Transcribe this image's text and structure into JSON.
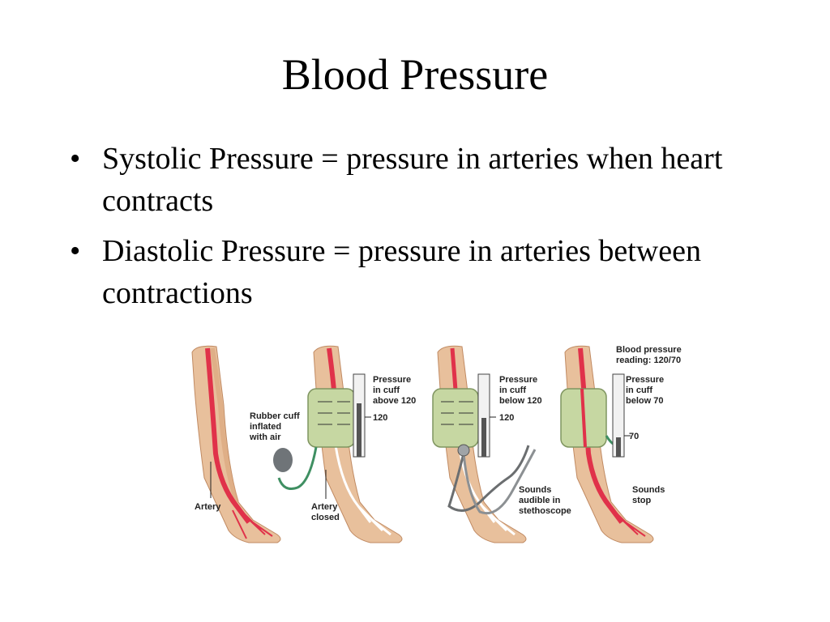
{
  "slide": {
    "title": "Blood Pressure",
    "bullets": [
      {
        "marker": "•",
        "text": "Systolic Pressure = pressure in arteries when heart contracts"
      },
      {
        "marker": "•",
        "text": "Diastolic Pressure = pressure in arteries between contractions"
      }
    ]
  },
  "figure": {
    "panel1": {
      "artery": "Artery"
    },
    "panel2": {
      "cuff_line1": "Rubber cuff",
      "cuff_line2": "inflated",
      "cuff_line3": "with air",
      "pressure_line1": "Pressure",
      "pressure_line2": "in cuff",
      "pressure_line3": "above 120",
      "tick": "120",
      "artery_line1": "Artery",
      "artery_line2": "closed"
    },
    "panel3": {
      "pressure_line1": "Pressure",
      "pressure_line2": "in cuff",
      "pressure_line3": "below 120",
      "tick": "120",
      "sounds_line1": "Sounds",
      "sounds_line2": "audible in",
      "sounds_line3": "stethoscope"
    },
    "panel4": {
      "reading_line1": "Blood pressure",
      "reading_line2": "reading: 120/70",
      "pressure_line1": "Pressure",
      "pressure_line2": "in cuff",
      "pressure_line3": "below 70",
      "tick": "70",
      "sounds_line1": "Sounds",
      "sounds_line2": "stop"
    },
    "colors": {
      "skin": "#e8c09c",
      "skin_shade": "#d9a47a",
      "artery": "#e0324a",
      "cuff": "#c6d7a2",
      "tube": "#3f8f62",
      "bulb": "#6f7478",
      "gauge_fill": "#555555"
    }
  }
}
